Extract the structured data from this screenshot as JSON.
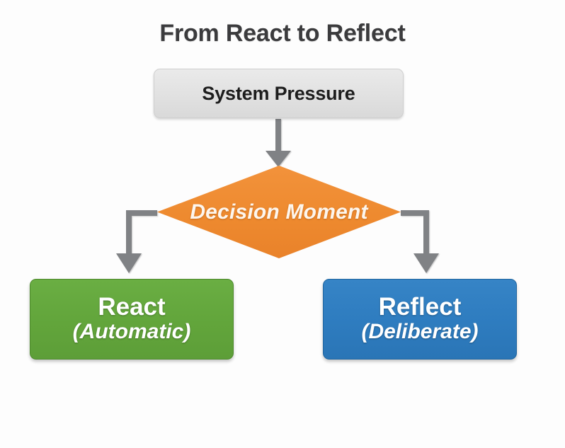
{
  "title": "From React to Reflect",
  "colors": {
    "background": "#fdfdfd",
    "title_text": "#3b3b3d",
    "pressure_fill": "#e1e1e1",
    "decision_fill": "#ee8a2f",
    "react_fill": "#62a53b",
    "reflect_fill": "#2e7cbf",
    "connector": "#808285"
  },
  "nodes": {
    "system_pressure": {
      "label": "System Pressure",
      "shape": "rounded-rectangle"
    },
    "decision_moment": {
      "label": "Decision Moment",
      "shape": "diamond"
    },
    "react": {
      "label": "React",
      "sublabel": "(Automatic)",
      "shape": "rounded-rectangle"
    },
    "reflect": {
      "label": "Reflect",
      "sublabel": "(Deliberate)",
      "shape": "rounded-rectangle"
    }
  },
  "connectors": [
    {
      "name": "pressure-to-decision",
      "from": "system_pressure",
      "to": "decision_moment",
      "style": "straight-arrow-down"
    },
    {
      "name": "decision-to-react",
      "from": "decision_moment",
      "to": "react",
      "style": "elbow-arrow-left-down"
    },
    {
      "name": "decision-to-reflect",
      "from": "decision_moment",
      "to": "reflect",
      "style": "elbow-arrow-right-down"
    }
  ]
}
